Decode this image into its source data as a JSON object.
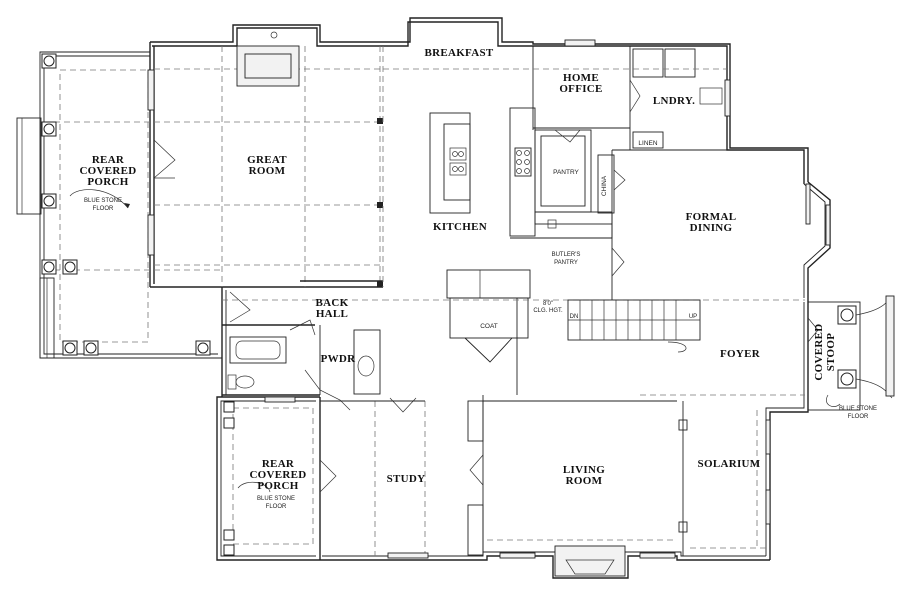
{
  "rooms": {
    "breakfast": "BREAKFAST",
    "home_office": [
      "HOME",
      "OFFICE"
    ],
    "laundry": "LNDRY.",
    "linen": "LINEN",
    "rear_porch_top": [
      "REAR",
      "COVERED",
      "PORCH"
    ],
    "rear_porch_top_floor": [
      "BLUE STONE",
      "FLOOR"
    ],
    "great_room": [
      "GREAT",
      "ROOM"
    ],
    "kitchen": "KITCHEN",
    "pantry": "PANTRY",
    "china": "CHINA",
    "butlers_pantry": [
      "BUTLER'S",
      "PANTRY"
    ],
    "formal_dining": [
      "FORMAL",
      "DINING"
    ],
    "back_hall": [
      "BACK",
      "HALL"
    ],
    "coat": "COAT",
    "closet_note": [
      "8'0\"",
      "CLG. HGT."
    ],
    "stair_dn": "DN",
    "stair_up": "UP",
    "foyer": "FOYER",
    "covered_stoop": [
      "COVERED",
      "STOOP"
    ],
    "stoop_floor": [
      "BLUE STONE",
      "FLOOR"
    ],
    "powder": "PWDR",
    "rear_porch_bottom": [
      "REAR",
      "COVERED",
      "PORCH"
    ],
    "rear_porch_bottom_floor": [
      "BLUE STONE",
      "FLOOR"
    ],
    "study": "STUDY",
    "living_room": [
      "LIVING",
      "ROOM"
    ],
    "solarium": "SOLARIUM"
  }
}
